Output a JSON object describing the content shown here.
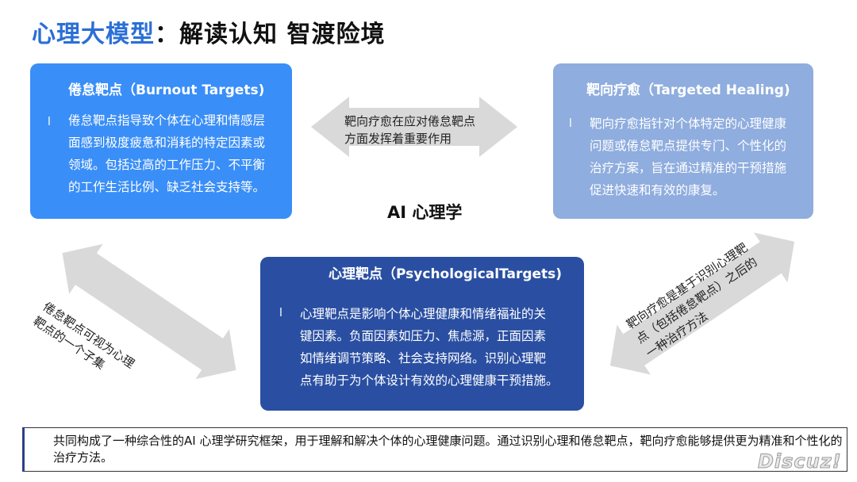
{
  "title": {
    "part1": "心理大模型",
    "part2": "：解读认知 智渡险境"
  },
  "center_label": "AI 心理学",
  "boxes": {
    "burnout": {
      "title": "倦怠靶点（Burnout Targets)",
      "bullet": "l",
      "lines": [
        "倦怠靶点指导致个体在心理和情感层",
        "面感到极度疲惫和消耗的特定因素或",
        "领域。包括过高的工作压力、不平衡",
        "的工作生活比例、缺乏社会支持等。"
      ]
    },
    "healing": {
      "title": "靶向疗愈（Targeted Healing)",
      "bullet": "l",
      "lines": [
        "靶向疗愈指针对个体特定的心理健康",
        "问题或倦怠靶点提供专门、个性化的",
        "治疗方案，旨在通过精准的干预措施",
        "促进快速和有效的康复。"
      ]
    },
    "psych": {
      "title": "心理靶点（PsychologicalTargets)",
      "bullet": "l",
      "lines": [
        "心理靶点是影响个体心理健康和情绪福祉的关",
        "键因素。负面因素如压力、焦虑源，正面因素",
        "如情绪调节策略、社会支持网络。识别心理靶",
        "点有助于为个体设计有效的心理健康干预措施。"
      ]
    }
  },
  "arrows": {
    "top": [
      "靶向疗愈在应对倦怠靶点",
      "方面发挥着重要作用"
    ],
    "left": [
      "倦怠靶点可视为心理",
      "靶点的一个子集"
    ],
    "right": [
      "靶向疗愈是基于识别心理靶",
      "点（包括倦怠靶点）之后的",
      "一种治疗方法"
    ]
  },
  "footer": "共同构成了一种综合性的AI 心理学研究框架，用于理解和解决个体的心理健康问题。通过识别心理和倦怠靶点，靶向疗愈能够提供更为精准和个性化的治疗方法。",
  "watermark": "Discuz!",
  "colors": {
    "title_blue": "#2b6fd6",
    "burnout_box": "#3a8ef7",
    "healing_box": "#8fadde",
    "psych_box": "#2a4fa2",
    "arrow_gray": "#d9d9d9"
  }
}
